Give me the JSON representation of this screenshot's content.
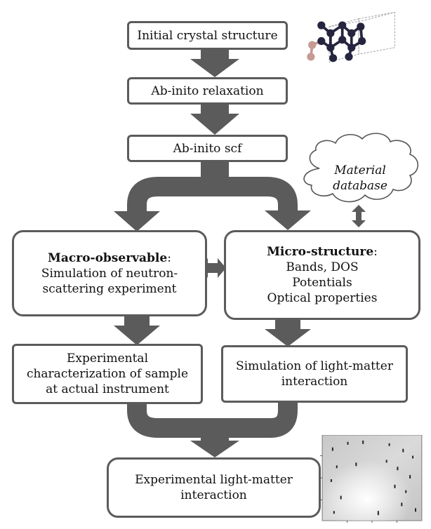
{
  "boxes": {
    "initial": "Initial crystal structure",
    "relax": "Ab-inito relaxation",
    "scf": "Ab-inito scf",
    "macro": {
      "title": "Macro-observable",
      "title_suffix": ":",
      "lines": [
        "Simulation of neutron-",
        "scattering experiment"
      ]
    },
    "micro": {
      "title": "Micro-structure",
      "title_suffix": ":",
      "lines": [
        "Bands, DOS",
        "Potentials",
        "Optical properties"
      ]
    },
    "exp_char": [
      "Experimental",
      "characterization of sample",
      "at actual instrument"
    ],
    "sim_light": [
      "Simulation of light-matter",
      "interaction"
    ],
    "exp_light": [
      "Experimental light-matter",
      "interaction"
    ]
  },
  "cloud": [
    "Material",
    "database"
  ],
  "colors": {
    "arrow": "#5b5b5b",
    "border": "#5b5b5b",
    "atom_dark": "#25253f",
    "atom_pink": "#c79a93"
  },
  "icons": {
    "crystal": "crystal-structure-icon",
    "detector": "detector-image"
  }
}
